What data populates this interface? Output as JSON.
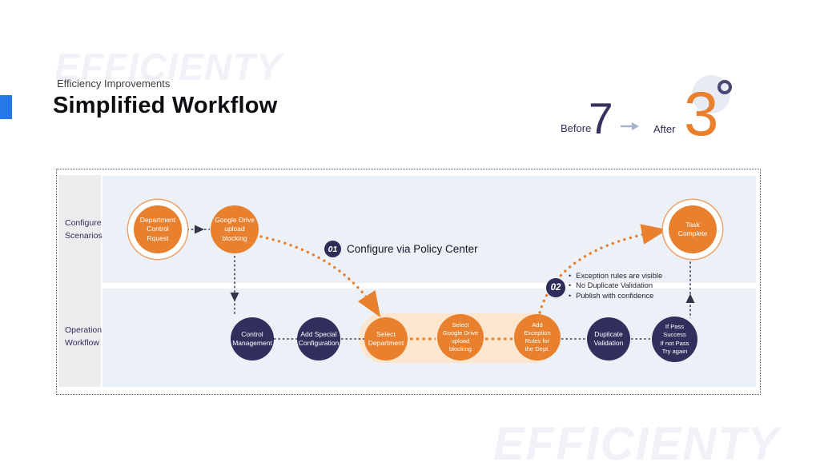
{
  "slide": {
    "watermark_top": "EFFICIENTY",
    "watermark_bottom": "EFFICIENTY",
    "eyebrow": "Efficiency Improvements",
    "title": "Simplified Workflow"
  },
  "comparison": {
    "before_label": "Before",
    "before_value": "7",
    "after_label": "After",
    "after_value": "3"
  },
  "diagram": {
    "lanes": {
      "top": "Configure\nScenarios",
      "bottom": "Operation\nWorkflow"
    },
    "steps": {
      "step1": {
        "number": "01",
        "label": "Configure via Policy Center"
      },
      "step2": {
        "number": "02",
        "bullets": [
          "Exception rules are visible",
          "No Duplicate Validation",
          "Publish with confidence"
        ]
      }
    },
    "nodes": {
      "dept": "Department\nControl\nRquest",
      "gdrive": "Google Drive\nupload\nblocking",
      "task": "Task\nComplete",
      "control": "Control\nManagement",
      "special": "Add Special\nConfiguration",
      "selectDept": "Select\nDepartment",
      "selectGd": "Select\nGoogle Drive\nupload\nblocking",
      "exception": "Add\nException\nRules for\nthe Dept.",
      "duplicate": "Duplicate\nValidation",
      "ifpass": "If Pass\nSuccess\nIf not Pass\nTry again"
    }
  },
  "colors": {
    "orange": "#E8802E",
    "navy": "#312F5C",
    "badge_navy": "#2F2D58",
    "accent_blue": "#2478E8",
    "peach_band": "#FCE6CE",
    "lane_band": "#ECF0F7",
    "rail_gray": "#EDEDF0"
  }
}
